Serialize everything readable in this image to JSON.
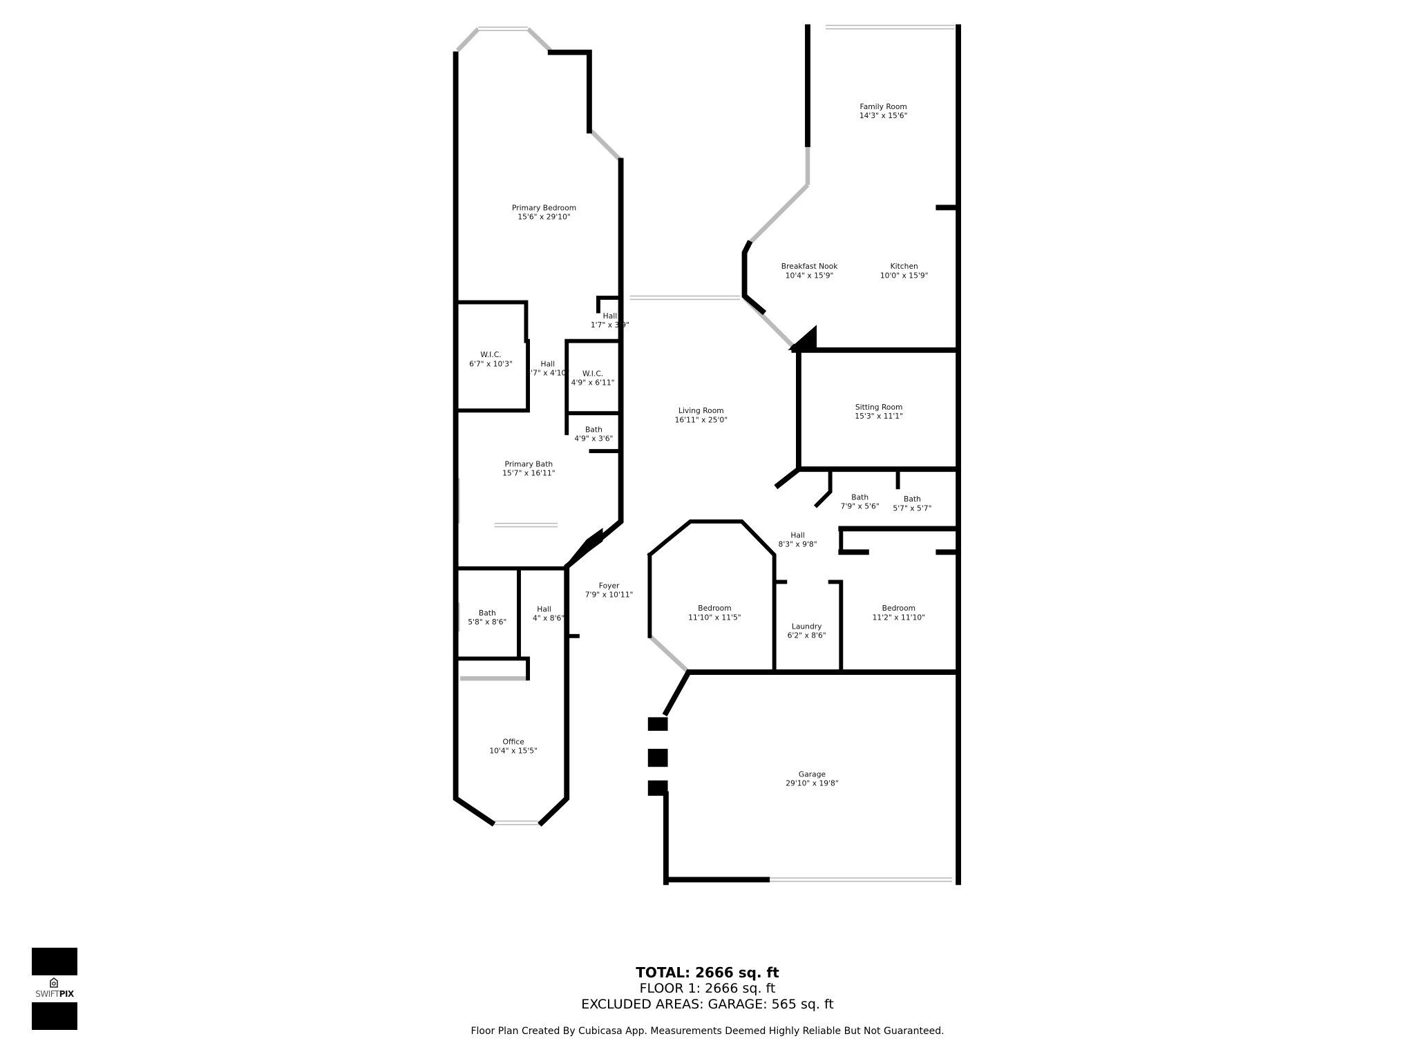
{
  "rooms": {
    "primary_bedroom": {
      "name": "Primary Bedroom",
      "size": "15'6\" x 29'10\""
    },
    "wic_1": {
      "name": "W.I.C.",
      "size": "6'7\" x 10'3\""
    },
    "hall_1": {
      "name": "Hall",
      "size": "3'7\" x 4'10\""
    },
    "wic_2": {
      "name": "W.I.C.",
      "size": "4'9\" x 6'11\""
    },
    "hall_2": {
      "name": "Hall",
      "size": "1'7\" x 3'9\""
    },
    "bath_1": {
      "name": "Bath",
      "size": "4'9\" x 3'6\""
    },
    "primary_bath": {
      "name": "Primary Bath",
      "size": "15'7\" x 16'11\""
    },
    "bath_2": {
      "name": "Bath",
      "size": "5'8\" x 8'6\""
    },
    "hall_3": {
      "name": "Hall",
      "size": "4\" x 8'6\""
    },
    "office": {
      "name": "Office",
      "size": "10'4\" x 15'5\""
    },
    "foyer": {
      "name": "Foyer",
      "size": "7'9\" x 10'11\""
    },
    "living_room": {
      "name": "Living Room",
      "size": "16'11\" x 25'0\""
    },
    "bedroom_1": {
      "name": "Bedroom",
      "size": "11'10\" x 11'5\""
    },
    "laundry": {
      "name": "Laundry",
      "size": "6'2\" x 8'6\""
    },
    "bedroom_2": {
      "name": "Bedroom",
      "size": "11'2\" x 11'10\""
    },
    "hall_4": {
      "name": "Hall",
      "size": "8'3\" x 9'8\""
    },
    "bath_3": {
      "name": "Bath",
      "size": "7'9\" x 5'6\""
    },
    "bath_4": {
      "name": "Bath",
      "size": "5'7\" x 5'7\""
    },
    "sitting_room": {
      "name": "Sitting Room",
      "size": "15'3\" x 11'1\""
    },
    "breakfast_nook": {
      "name": "Breakfast Nook",
      "size": "10'4\" x 15'9\""
    },
    "kitchen": {
      "name": "Kitchen",
      "size": "10'0\" x 15'9\""
    },
    "family_room": {
      "name": "Family Room",
      "size": "14'3\" x 15'6\""
    },
    "garage": {
      "name": "Garage",
      "size": "29'10\" x 19'8\""
    }
  },
  "summary": {
    "total": "TOTAL: 2666 sq. ft",
    "floor1": "FLOOR 1: 2666 sq. ft",
    "excluded": "EXCLUDED AREAS: GARAGE: 565 sq. ft",
    "disclaimer": "Floor Plan Created By Cubicasa App. Measurements Deemed Highly Reliable But Not Guaranteed."
  },
  "logo": {
    "text_light": "SWIFT",
    "text_bold": "PIX"
  }
}
